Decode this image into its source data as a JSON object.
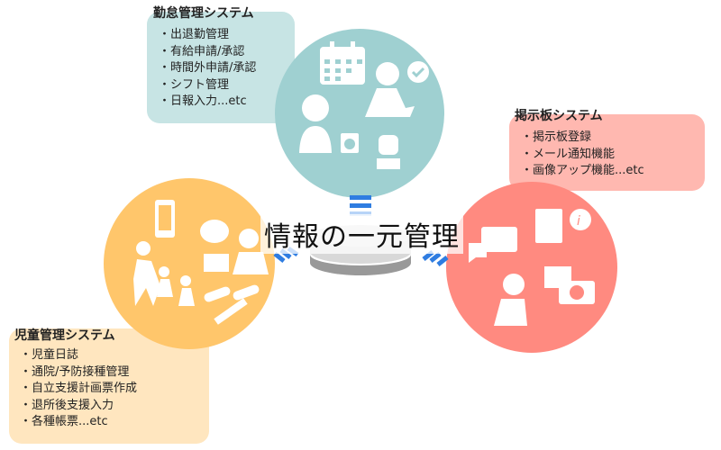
{
  "center": {
    "label": "情報の一元管理"
  },
  "systems": [
    {
      "title": "勤怠管理システム",
      "items": [
        "・出退勤管理",
        "・有給申請/承認",
        "・時間外申請/承認",
        "・シフト管理",
        "・日報入力...etc"
      ],
      "color": "#9fd0d1",
      "box_color": "#c7e4e4"
    },
    {
      "title": "掲示板システム",
      "items": [
        "・掲示板登録",
        "・メール通知機能",
        "・画像アップ機能...etc"
      ],
      "color": "#ff8a80",
      "box_color": "#ffb8b0"
    },
    {
      "title": "児童管理システム",
      "items": [
        "・児童日誌",
        "・通院/予防接種管理",
        "・自立支援計画票作成",
        "・退所後支援入力",
        "・各種帳票...etc"
      ],
      "color": "#ffc66b",
      "box_color": "#ffe6bf"
    }
  ]
}
